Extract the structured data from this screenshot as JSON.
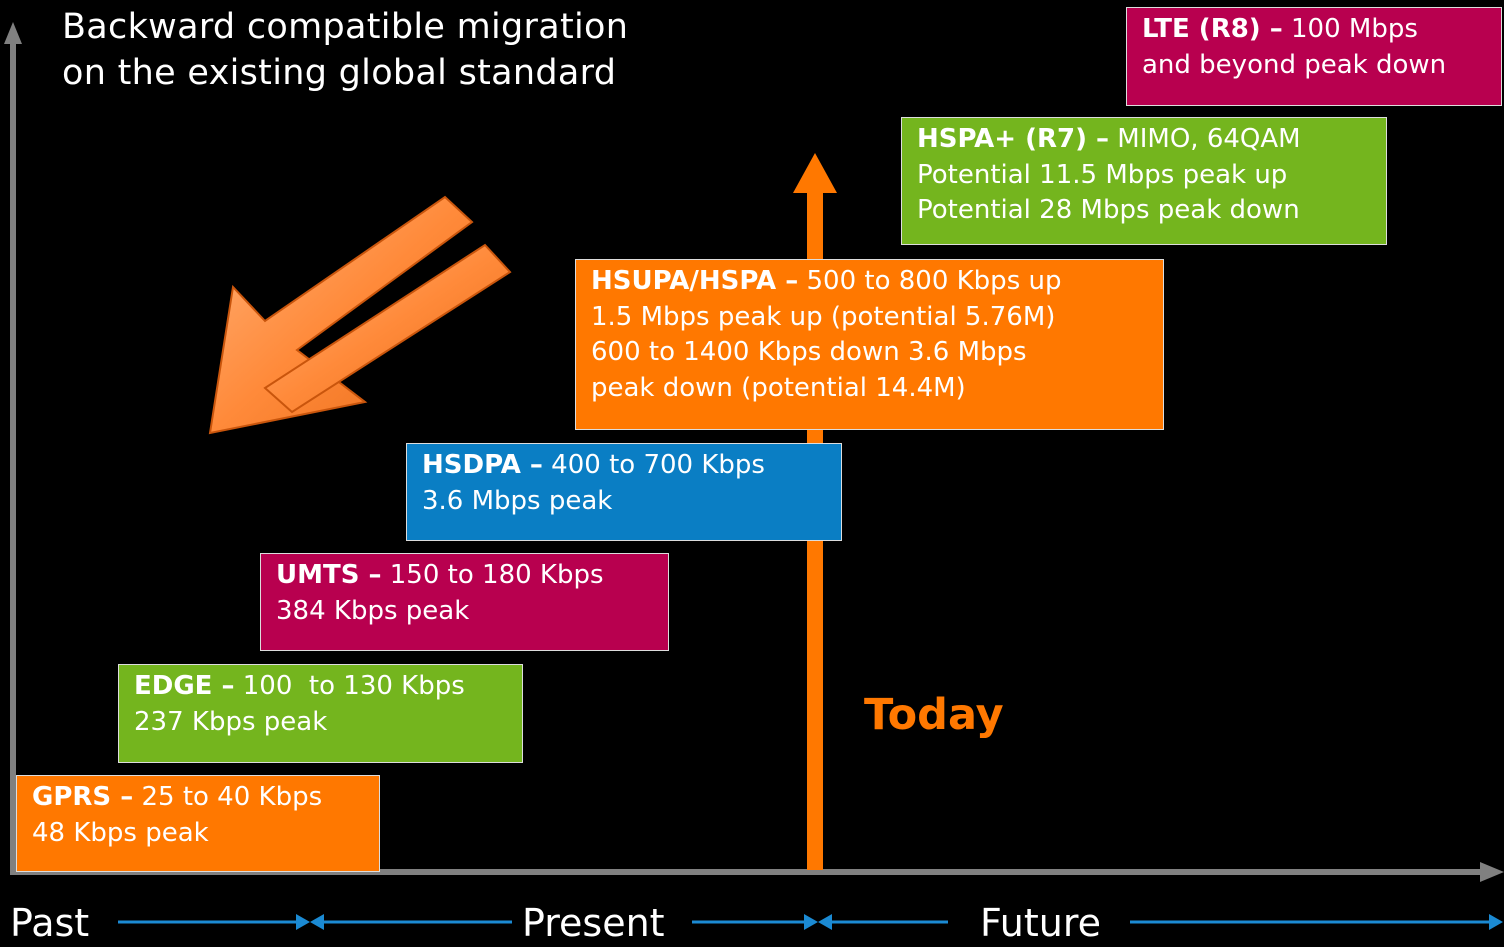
{
  "heading": {
    "line1": "Backward compatible migration",
    "line2": "on the existing global standard"
  },
  "colors": {
    "orange": "#ff7800",
    "green": "#74b51e",
    "magenta": "#b8004f",
    "blue": "#0a7ec4",
    "timeline_blue": "#1b8ad3",
    "axis": "#808080"
  },
  "technologies": [
    {
      "name": "GPRS –",
      "desc1": " 25 to 40 Kbps",
      "desc2": "48 Kbps peak",
      "desc3": "",
      "desc4": "",
      "color": "orange"
    },
    {
      "name": "EDGE –",
      "desc1": " 100  to 130 Kbps",
      "desc2": "237 Kbps peak",
      "desc3": "",
      "desc4": "",
      "color": "green"
    },
    {
      "name": "UMTS –",
      "desc1": " 150 to 180 Kbps",
      "desc2": "384 Kbps peak",
      "desc3": "",
      "desc4": "",
      "color": "magenta"
    },
    {
      "name": "HSDPA –",
      "desc1": " 400 to 700 Kbps",
      "desc2": "3.6 Mbps peak",
      "desc3": "",
      "desc4": "",
      "color": "blue"
    },
    {
      "name": "HSUPA/HSPA –",
      "desc1": " 500 to 800 Kbps up",
      "desc2": "1.5 Mbps peak up (potential 5.76M)",
      "desc3": "600 to 1400 Kbps down 3.6 Mbps",
      "desc4": "peak down (potential 14.4M)",
      "color": "orange"
    },
    {
      "name": "HSPA+ (R7) –",
      "desc1": " MIMO, 64QAM",
      "desc2": "Potential 11.5 Mbps peak up",
      "desc3": "Potential 28 Mbps peak down",
      "desc4": "",
      "color": "green"
    },
    {
      "name": "LTE (R8) –",
      "desc1": " 100 Mbps",
      "desc2": "and beyond peak down",
      "desc3": "",
      "desc4": "",
      "color": "magenta"
    }
  ],
  "today_label": "Today",
  "timeline": {
    "past": "Past",
    "present": "Present",
    "future": "Future"
  }
}
